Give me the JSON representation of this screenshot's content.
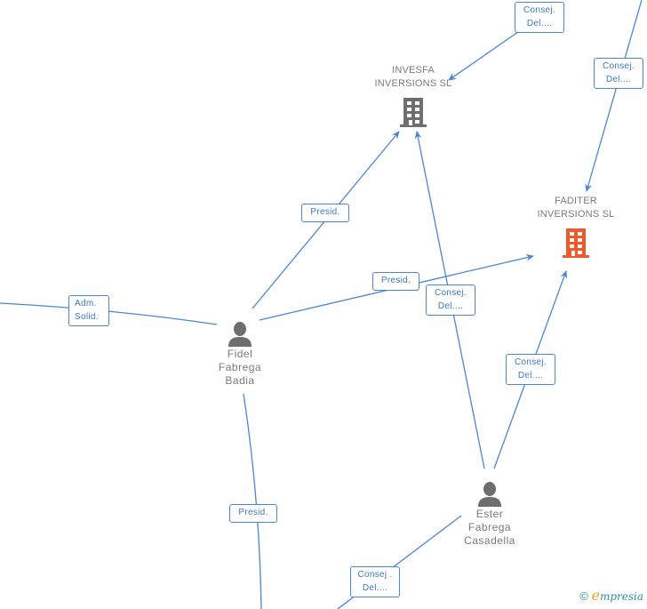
{
  "nodes": {
    "invesfa": {
      "label": "INVESFA\nINVERSIONS SL",
      "type": "company",
      "icon": "building-icon",
      "color": "#6e6e6e"
    },
    "faditer": {
      "label": "FADITER\nINVERSIONS SL",
      "type": "company",
      "icon": "building-icon",
      "color": "#f05a28"
    },
    "fidel": {
      "label": "Fidel\nFabrega\nBadia",
      "type": "person",
      "icon": "person-icon",
      "color": "#6e6e6e"
    },
    "ester": {
      "label": "Ester\nFabrega\nCasadella",
      "type": "person",
      "icon": "person-icon",
      "color": "#6e6e6e"
    }
  },
  "edge_labels": [
    {
      "id": "top-consej-invesfa",
      "text": "Consej.\nDel...."
    },
    {
      "id": "top-right-consej-faditer",
      "text": "Consej.\nDel...."
    },
    {
      "id": "fidel-presid-invesfa",
      "text": "Presid."
    },
    {
      "id": "fidel-presid-faditer",
      "text": "Presid."
    },
    {
      "id": "ester-consej-invesfa",
      "text": "Consej.\nDel...."
    },
    {
      "id": "fidel-adm-solid",
      "text": "Adm.\nSolid."
    },
    {
      "id": "ester-consej-faditer",
      "text": "Consej.\nDel...."
    },
    {
      "id": "fidel-presid-down",
      "text": "Presid."
    },
    {
      "id": "ester-consej-down",
      "text": "Consej .\nDel...."
    }
  ],
  "colors": {
    "edge": "#4a86d4",
    "edge_label_text": "#3b78c9",
    "node_text": "#7a7a7a"
  },
  "footer": {
    "copyright": "©",
    "brand_initial": "e",
    "brand_rest": "mpresia"
  }
}
